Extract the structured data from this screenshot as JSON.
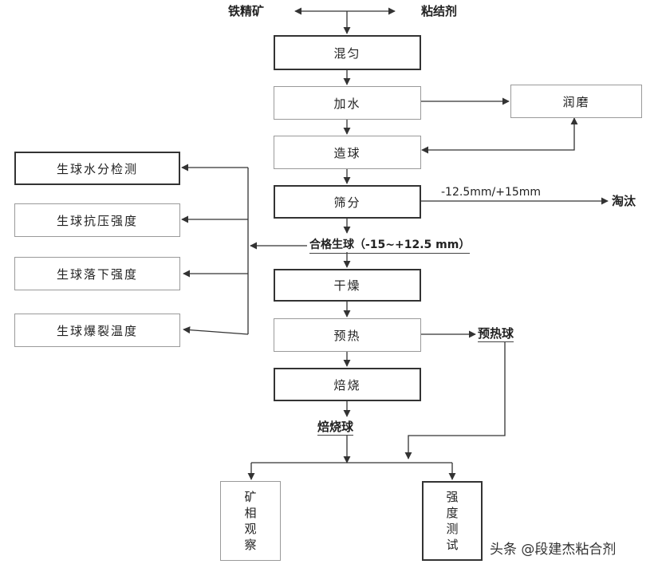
{
  "inputs": {
    "left": "铁精矿",
    "right": "粘结剂"
  },
  "process": {
    "mix": "混匀",
    "add_water": "加水",
    "grinding": "润磨",
    "balling": "造球",
    "screening": "筛分",
    "size_spec": "-12.5mm/+15mm",
    "reject": "淘汰",
    "qualified": "合格生球（-15~+12.5 mm）",
    "drying": "干燥",
    "preheating": "预热",
    "preheated_ball": "预热球",
    "roasting": "焙烧",
    "roasted_ball": "焙烧球"
  },
  "tests": {
    "moisture": "生球水分检测",
    "compression": "生球抗压强度",
    "drop": "生球落下强度",
    "burst": "生球爆裂温度"
  },
  "outputs": {
    "mineral_phase": [
      "矿",
      "相",
      "观",
      "察"
    ],
    "strength_test": [
      "强",
      "度",
      "测",
      "试"
    ]
  },
  "watermark": "头条 @段建杰粘合剂",
  "colors": {
    "line": "#333333",
    "border": "#9a9a9a"
  }
}
